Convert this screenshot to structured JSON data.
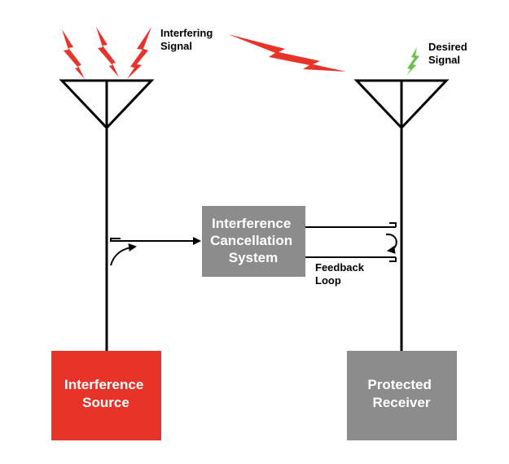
{
  "labels": {
    "interfering_signal": [
      "Interfering",
      "Signal"
    ],
    "desired_signal": [
      "Desired",
      "Signal"
    ],
    "feedback_loop": [
      "Feedback",
      "Loop"
    ]
  },
  "boxes": {
    "cancellation": [
      "Interference",
      "Cancellation",
      "System"
    ],
    "source": [
      "Interference",
      "Source"
    ],
    "receiver": [
      "Protected",
      "Receiver"
    ]
  },
  "colors": {
    "interference": "#e8332a",
    "desired": "#6cc04a",
    "box_gray": "#8c8c8c",
    "line": "#000000"
  },
  "icons": {
    "interfering": "lightning-bolt-icon",
    "desired": "lightning-bolt-icon",
    "antenna": "antenna-icon"
  }
}
